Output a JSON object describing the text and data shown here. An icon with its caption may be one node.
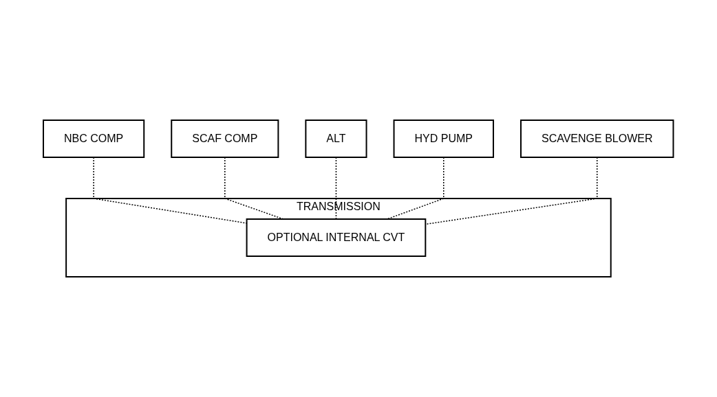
{
  "diagram": {
    "nodes": [
      {
        "text": [
          "TRANSMISSION"
        ]
      },
      {
        "text": [
          "NBC COMP"
        ]
      },
      {
        "text": [
          "SCAF COMP"
        ]
      },
      {
        "text": [
          "ALT"
        ]
      },
      {
        "text": [
          "HYD PUMP"
        ]
      },
      {
        "text": [
          "SCAVENGE BLOWER"
        ]
      },
      {
        "text": [
          "OPTIONAL INTERNAL CVT"
        ],
        "in": 0
      }
    ],
    "edges": [
      {
        "from": 1,
        "to": 6,
        "arrow": "none",
        "style": "dashed"
      },
      {
        "from": 2,
        "to": 6,
        "arrow": "none",
        "style": "dashed"
      },
      {
        "from": 3,
        "to": 6,
        "arrow": "none",
        "style": "dashed"
      },
      {
        "from": 4,
        "to": 6,
        "arrow": "none",
        "style": "dashed"
      },
      {
        "from": 5,
        "to": 6,
        "arrow": "none",
        "style": "dashed"
      }
    ]
  }
}
